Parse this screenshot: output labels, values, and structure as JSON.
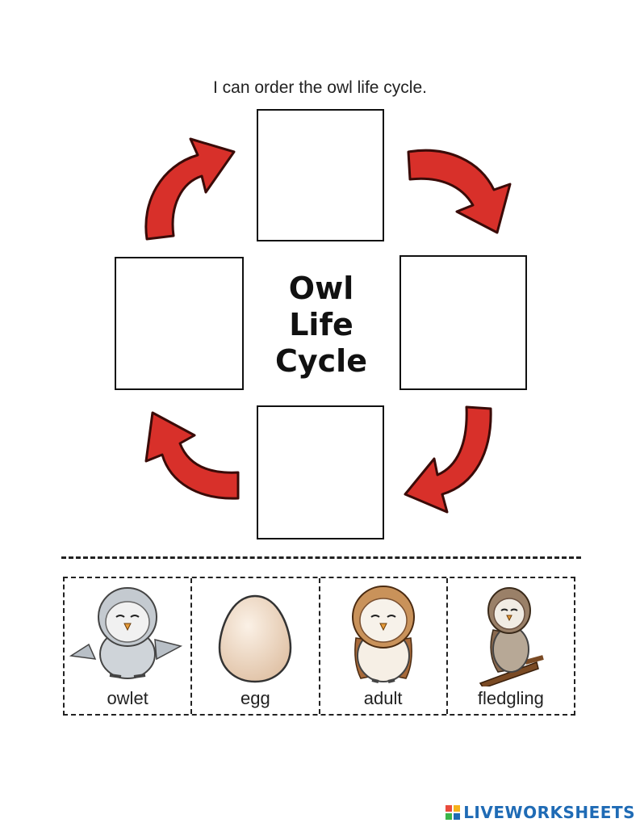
{
  "instruction": "I can order the owl life cycle.",
  "center_title": [
    "Owl",
    "Life",
    "Cycle"
  ],
  "cards": [
    {
      "label": "owlet",
      "icon": "owlet-icon"
    },
    {
      "label": "egg",
      "icon": "egg-icon"
    },
    {
      "label": "adult",
      "icon": "adult-owl-icon"
    },
    {
      "label": "fledgling",
      "icon": "fledgling-icon"
    }
  ],
  "brand": {
    "name": "LIVEWORKSHEETS"
  },
  "colors": {
    "arrow": "#d8302a",
    "arrow_outline": "#3a0b08",
    "brand": "#1f6bb5"
  }
}
